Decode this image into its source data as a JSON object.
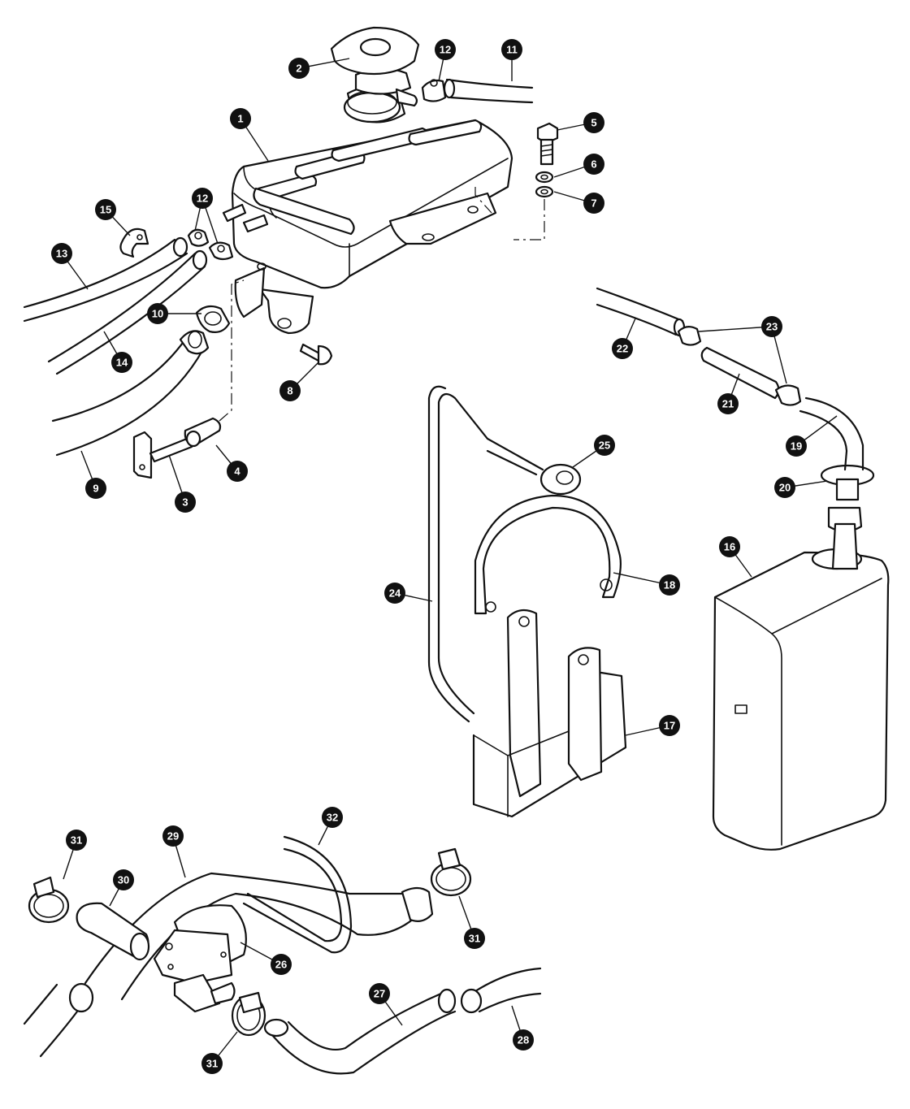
{
  "diagram": {
    "callouts": [
      {
        "label": "1"
      },
      {
        "label": "2"
      },
      {
        "label": "3"
      },
      {
        "label": "4"
      },
      {
        "label": "5"
      },
      {
        "label": "6"
      },
      {
        "label": "7"
      },
      {
        "label": "8"
      },
      {
        "label": "9"
      },
      {
        "label": "10"
      },
      {
        "label": "11"
      },
      {
        "label": "12"
      },
      {
        "label": "12"
      },
      {
        "label": "13"
      },
      {
        "label": "14"
      },
      {
        "label": "15"
      },
      {
        "label": "16"
      },
      {
        "label": "17"
      },
      {
        "label": "18"
      },
      {
        "label": "19"
      },
      {
        "label": "20"
      },
      {
        "label": "21"
      },
      {
        "label": "22"
      },
      {
        "label": "23"
      },
      {
        "label": "24"
      },
      {
        "label": "25"
      },
      {
        "label": "26"
      },
      {
        "label": "27"
      },
      {
        "label": "28"
      },
      {
        "label": "29"
      },
      {
        "label": "30"
      },
      {
        "label": "31"
      },
      {
        "label": "31"
      },
      {
        "label": "31"
      },
      {
        "label": "32"
      }
    ]
  },
  "colors": {
    "line": "#111111",
    "callout_fill": "#111111",
    "callout_text": "#ffffff",
    "background": "#ffffff"
  }
}
